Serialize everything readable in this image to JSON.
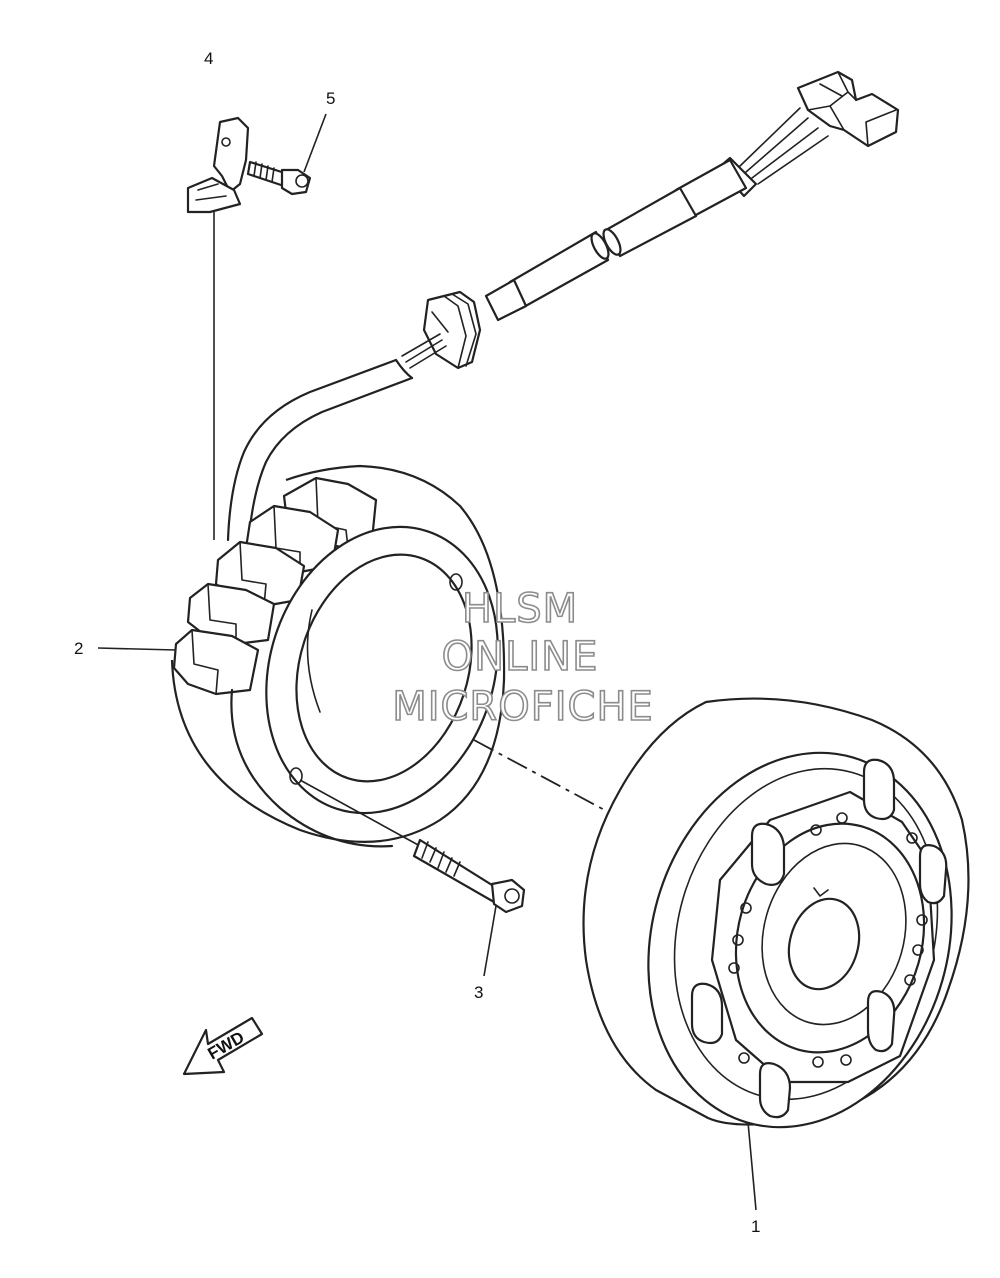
{
  "diagram": {
    "callouts": [
      {
        "id": "1",
        "label": "1"
      },
      {
        "id": "2",
        "label": "2"
      },
      {
        "id": "3",
        "label": "3"
      },
      {
        "id": "4",
        "label": "4"
      },
      {
        "id": "5",
        "label": "5"
      }
    ],
    "direction_arrow": {
      "label": "FWD"
    },
    "watermark": {
      "line1": "HLSM",
      "line2": "ONLINE",
      "line3": "MICROFICHE",
      "color": "#8c8c8c"
    },
    "line_color": "#222222",
    "background_color": "#ffffff"
  }
}
